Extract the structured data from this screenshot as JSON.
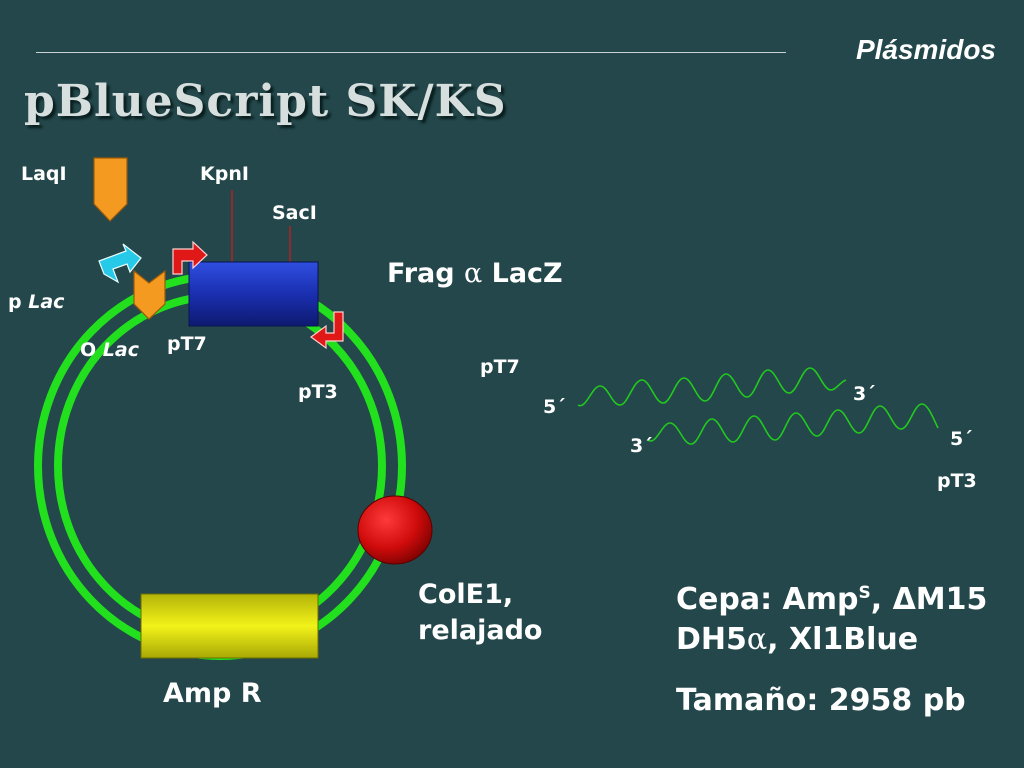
{
  "header": {
    "section": "Plásmidos",
    "title": "pBlueScript SK/KS"
  },
  "plasmid": {
    "laqi": "LaqI",
    "kpni": "KpnI",
    "saci": "SacI",
    "plac_p": "p ",
    "plac_lac": "Lac",
    "olac_o": "O ",
    "olac_lac": "Lac",
    "pt7": "pT7",
    "pt3": "pT3",
    "frag_prefix": "Frag ",
    "frag_alpha": "α",
    "frag_suffix": " LacZ",
    "cole1_line1": "ColE1,",
    "cole1_line2": "relajado",
    "ampr": "Amp R"
  },
  "strands": {
    "pt7": "pT7",
    "top_5": "5´",
    "top_3": "3´",
    "bottom_3": "3´",
    "bottom_5": "5´",
    "pt3": "pT3"
  },
  "info": {
    "cepa_prefix": "Cepa: Amp",
    "cepa_sup": "S",
    "cepa_suffix": ", ΔM15",
    "strain_a": "DH5",
    "strain_alpha": "α",
    "strain_b": ", Xl1Blue",
    "size": "Tamaño: 2958 pb"
  },
  "colors": {
    "background": "#23474a",
    "plasmid_ring": "#22e01e",
    "lacz_box": "#1a2fb0",
    "ampr_box": "#e4e410",
    "origin": "#d40c0c",
    "promoter_orange": "#f49a20",
    "promoter_cyan": "#27c9e8",
    "promoter_red": "#e01818"
  }
}
